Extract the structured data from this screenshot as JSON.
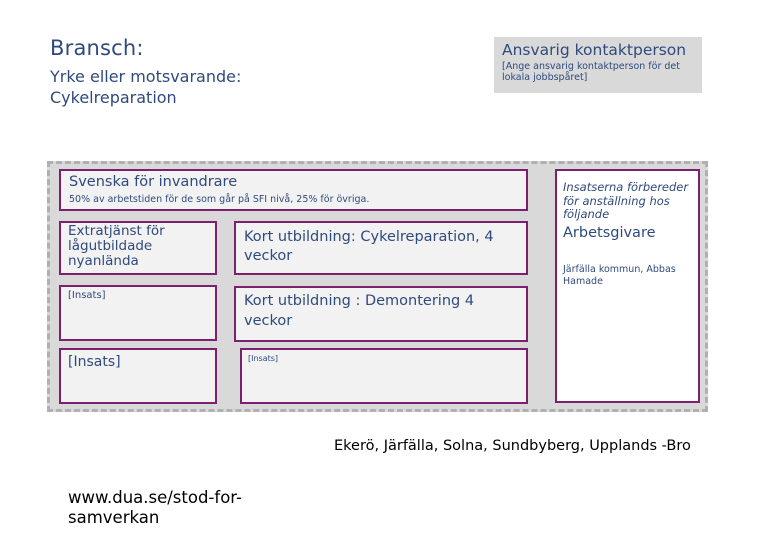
{
  "header": {
    "title": "Bransch:",
    "subtitle_line1": "Yrke eller motsvarande:",
    "subtitle_line2": "Cykelreparation"
  },
  "contact": {
    "title": "Ansvarig kontaktperson",
    "hint": "[Ange ansvarig kontaktperson för det lokala jobbspåret]"
  },
  "svenska": {
    "title": "Svenska för invandrare",
    "subtitle": "50% av arbetstiden för de som går på SFI nivå, 25% för övriga."
  },
  "left_column": [
    {
      "label": "Extratjänst för lågutbildade nyanlända"
    },
    {
      "label": "[Insats]"
    },
    {
      "label": "[Insats]"
    }
  ],
  "middle_column": [
    {
      "label": "Kort utbildning: Cykelreparation, 4 veckor"
    },
    {
      "label": "Kort utbildning : Demontering 4 veckor"
    },
    {
      "label": "[Insats]"
    }
  ],
  "employer": {
    "intro": "Insatserna förbereder för anställning hos följande",
    "title": "Arbetsgivare",
    "names": "Järfälla kommun, Abbas Hamade"
  },
  "footer": {
    "kommuner": "Ekerö, Järfälla, Solna, Sundbyberg, Upplands -Bro",
    "url": "www.dua.se/stod-for-samverkan"
  },
  "colors": {
    "text_blue": "#2f4a7c",
    "box_border": "#7b1f6e",
    "frame_gray": "#d9d9d9"
  }
}
